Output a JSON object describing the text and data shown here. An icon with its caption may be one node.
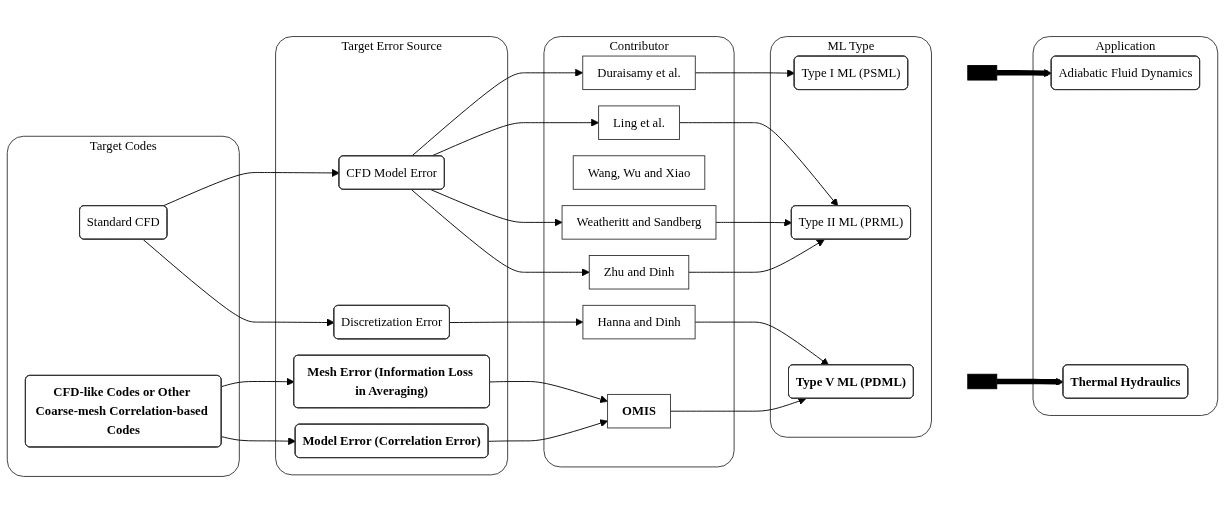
{
  "diagram": {
    "nodes": [
      {
        "text": [
          "Target Codes"
        ]
      },
      {
        "text": [
          "Standard CFD"
        ],
        "in": 0
      },
      {
        "text": [
          "CFD-like Codes or Other Coarse-mesh Correlation-based Codes"
        ],
        "in": 0
      },
      {
        "text": [
          "Target Error Source"
        ]
      },
      {
        "text": [
          "CFD Model Error"
        ],
        "in": 3
      },
      {
        "text": [
          "Discretization Error"
        ],
        "in": 3
      },
      {
        "text": [
          "Mesh Error (Information Loss in Averaging)"
        ],
        "in": 3
      },
      {
        "text": [
          "Model Error (Correlation Error)"
        ],
        "in": 3
      },
      {
        "text": [
          "Contributor"
        ]
      },
      {
        "text": [
          "Duraisamy et al."
        ],
        "in": 8
      },
      {
        "text": [
          "Ling et al."
        ],
        "in": 8
      },
      {
        "text": [
          "Wang, Wu and Xiao"
        ],
        "in": 8
      },
      {
        "text": [
          "Weatheritt and Sandberg"
        ],
        "in": 8
      },
      {
        "text": [
          "Zhu and Dinh"
        ],
        "in": 8
      },
      {
        "text": [
          "Hanna and Dinh"
        ],
        "in": 8
      },
      {
        "text": [
          "OMIS"
        ],
        "in": 8
      },
      {
        "text": [
          "ML Type"
        ]
      },
      {
        "text": [
          "Type I ML (PSML)"
        ],
        "in": 16
      },
      {
        "text": [
          "Type II ML (PRML)"
        ],
        "in": 16
      },
      {
        "text": [
          "Type V ML (PDML)"
        ],
        "in": 16
      },
      {
        "text": [
          "Application"
        ]
      },
      {
        "text": [
          "Adiabatic Fluid Dynamics"
        ],
        "in": 20
      },
      {
        "text": [
          "Thermal Hydraulics"
        ],
        "in": 20
      },
      {
        "text": [],
        "shape": "bar"
      },
      {
        "text": [],
        "shape": "bar"
      }
    ],
    "edges": [
      {
        "from": 1,
        "to": 4,
        "arrow": "to"
      },
      {
        "from": 1,
        "to": 5,
        "arrow": "to"
      },
      {
        "from": 2,
        "to": 6,
        "arrow": "to"
      },
      {
        "from": 2,
        "to": 7,
        "arrow": "to"
      },
      {
        "from": 4,
        "to": 9,
        "arrow": "to"
      },
      {
        "from": 4,
        "to": 10,
        "arrow": "to"
      },
      {
        "from": 4,
        "to": 12,
        "arrow": "to"
      },
      {
        "from": 4,
        "to": 13,
        "arrow": "to"
      },
      {
        "from": 5,
        "to": 14,
        "arrow": "to"
      },
      {
        "from": 6,
        "to": 15,
        "arrow": "to"
      },
      {
        "from": 7,
        "to": 15,
        "arrow": "to"
      },
      {
        "from": 9,
        "to": 17,
        "arrow": "to"
      },
      {
        "from": 10,
        "to": 18,
        "arrow": "to"
      },
      {
        "from": 12,
        "to": 18,
        "arrow": "to"
      },
      {
        "from": 13,
        "to": 18,
        "arrow": "to"
      },
      {
        "from": 14,
        "to": 19,
        "arrow": "to"
      },
      {
        "from": 15,
        "to": 19,
        "arrow": "to"
      },
      {
        "from": 23,
        "to": 21,
        "arrow": "to",
        "style": "thick"
      },
      {
        "from": 24,
        "to": 22,
        "arrow": "to",
        "style": "thick"
      }
    ]
  }
}
